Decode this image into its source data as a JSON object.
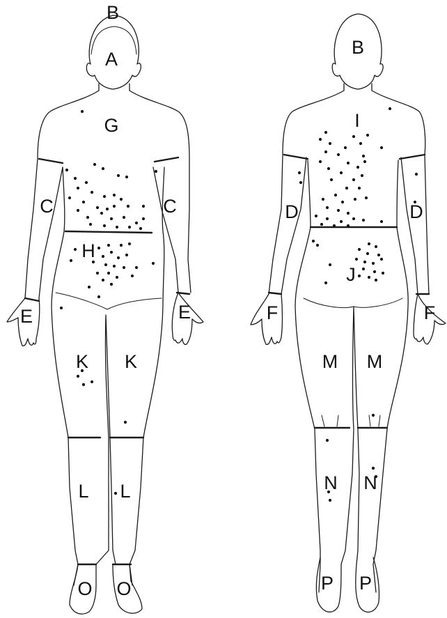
{
  "figure": {
    "views": [
      {
        "id": "front",
        "region_labels": [
          {
            "key": "B",
            "text": "B"
          },
          {
            "key": "A",
            "text": "A"
          },
          {
            "key": "G",
            "text": "G"
          },
          {
            "key": "C-right",
            "text": "C"
          },
          {
            "key": "C-left",
            "text": "C"
          },
          {
            "key": "H",
            "text": "H"
          },
          {
            "key": "E-right",
            "text": "E"
          },
          {
            "key": "E-left",
            "text": "E"
          },
          {
            "key": "K-right",
            "text": "K"
          },
          {
            "key": "K-left",
            "text": "K"
          },
          {
            "key": "L-right",
            "text": "L"
          },
          {
            "key": "L-left",
            "text": "L"
          },
          {
            "key": "O-right",
            "text": "O"
          },
          {
            "key": "O-left",
            "text": "O"
          }
        ]
      },
      {
        "id": "back",
        "region_labels": [
          {
            "key": "B",
            "text": "B"
          },
          {
            "key": "I",
            "text": "I"
          },
          {
            "key": "D-left",
            "text": "D"
          },
          {
            "key": "D-right",
            "text": "D"
          },
          {
            "key": "J",
            "text": "J"
          },
          {
            "key": "F-left",
            "text": "F"
          },
          {
            "key": "F-right",
            "text": "F"
          },
          {
            "key": "M-left",
            "text": "M"
          },
          {
            "key": "M-right",
            "text": "M"
          },
          {
            "key": "N-left",
            "text": "N"
          },
          {
            "key": "N-right",
            "text": "N"
          },
          {
            "key": "P-left",
            "text": "P"
          },
          {
            "key": "P-right",
            "text": "P"
          }
        ]
      }
    ],
    "colors": {
      "outline": "#1a1a1a",
      "lesion_dot": "#111111",
      "background": "#ffffff"
    }
  }
}
